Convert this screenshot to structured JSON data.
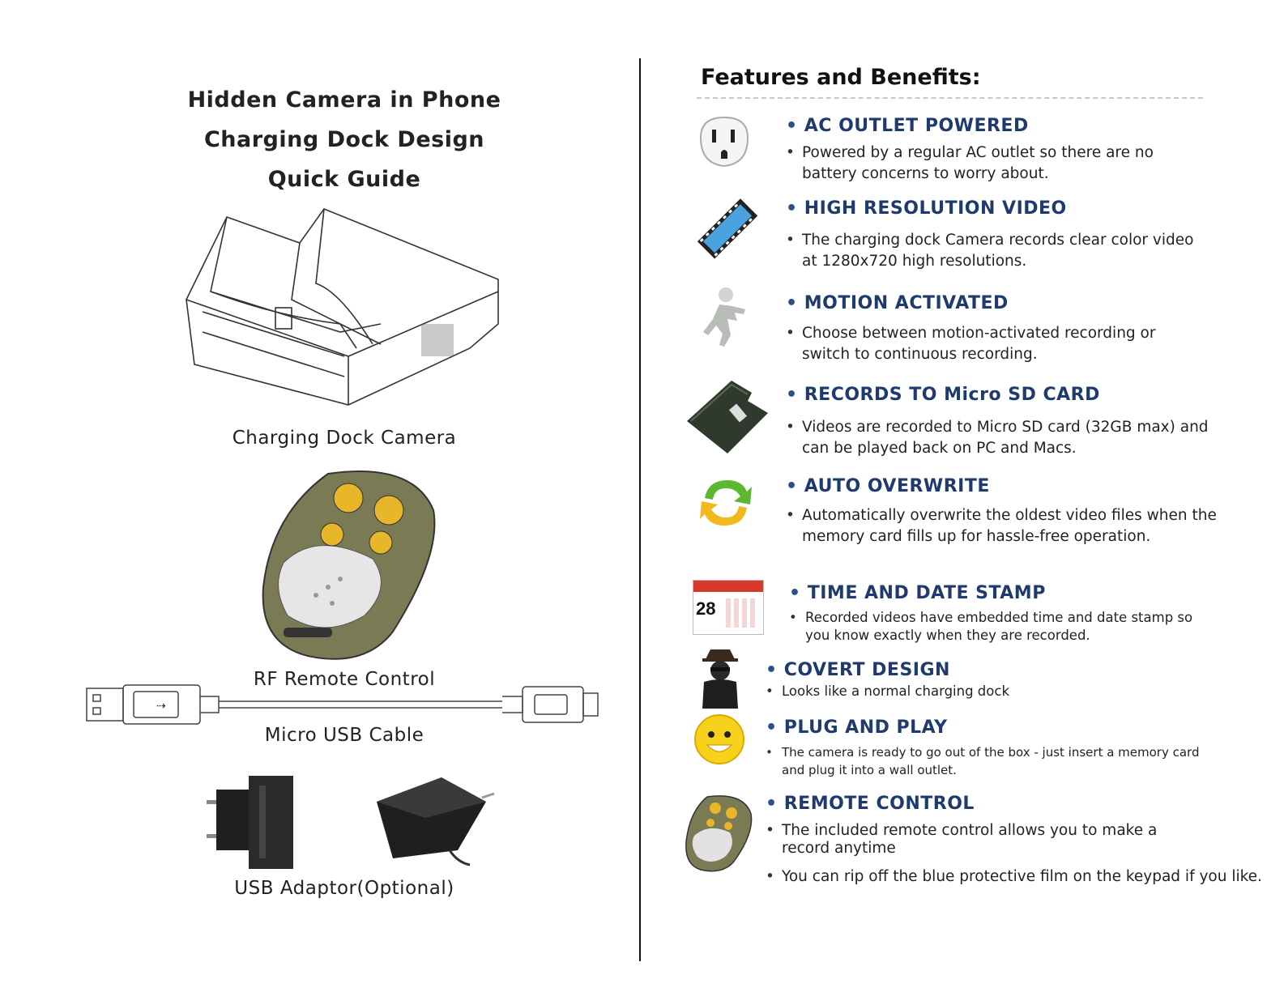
{
  "left": {
    "title_lines": [
      "Hidden Camera in Phone",
      "Charging Dock Design",
      "Quick Guide"
    ],
    "captions": {
      "dock": "Charging Dock Camera",
      "remote": "RF Remote Control",
      "cable": "Micro USB Cable",
      "adaptor": "USB Adaptor(Optional)"
    }
  },
  "right": {
    "heading": "Features and Benefits:",
    "features": [
      {
        "icon": "outlet-icon",
        "title": "AC OUTLET POWERED",
        "desc": [
          "Powered by a regular AC outlet so there are no battery concerns to worry about."
        ]
      },
      {
        "icon": "film-strip-icon",
        "title": "HIGH RESOLUTION VIDEO",
        "desc": [
          "The charging dock Camera records clear color video at 1280x720 high resolutions."
        ]
      },
      {
        "icon": "running-figure-icon",
        "title": "MOTION ACTIVATED",
        "desc": [
          "Choose between motion-activated recording or switch to continuous recording."
        ]
      },
      {
        "icon": "sd-card-icon",
        "title": "RECORDS TO Micro SD CARD",
        "desc": [
          "Videos are recorded to Micro SD card (32GB max) and can be played back on PC and Macs."
        ]
      },
      {
        "icon": "refresh-arrows-icon",
        "title": "AUTO OVERWRITE",
        "desc": [
          "Automatically overwrite the oldest video files when the memory card fills up for hassle-free operation."
        ]
      },
      {
        "icon": "calendar-icon",
        "title": "TIME AND DATE STAMP",
        "desc": [
          "Recorded videos have embedded time and date stamp so you know exactly when they are recorded."
        ]
      },
      {
        "icon": "spy-icon",
        "title": "COVERT DESIGN",
        "desc": [
          "Looks like a normal charging dock"
        ]
      },
      {
        "icon": "smiley-icon",
        "title": "PLUG AND PLAY",
        "desc": [
          "The camera is ready to go out of the box - just insert a memory card and plug it into a wall outlet."
        ]
      },
      {
        "icon": "remote-icon",
        "title": "REMOTE CONTROL",
        "desc": [
          "The included remote control allows you to make a record anytime",
          "You can rip off the blue protective film on the keypad if you like."
        ]
      }
    ],
    "calendar_day": "28"
  },
  "colors": {
    "feature_title": "#1f3a6e",
    "divider": "#111111"
  }
}
